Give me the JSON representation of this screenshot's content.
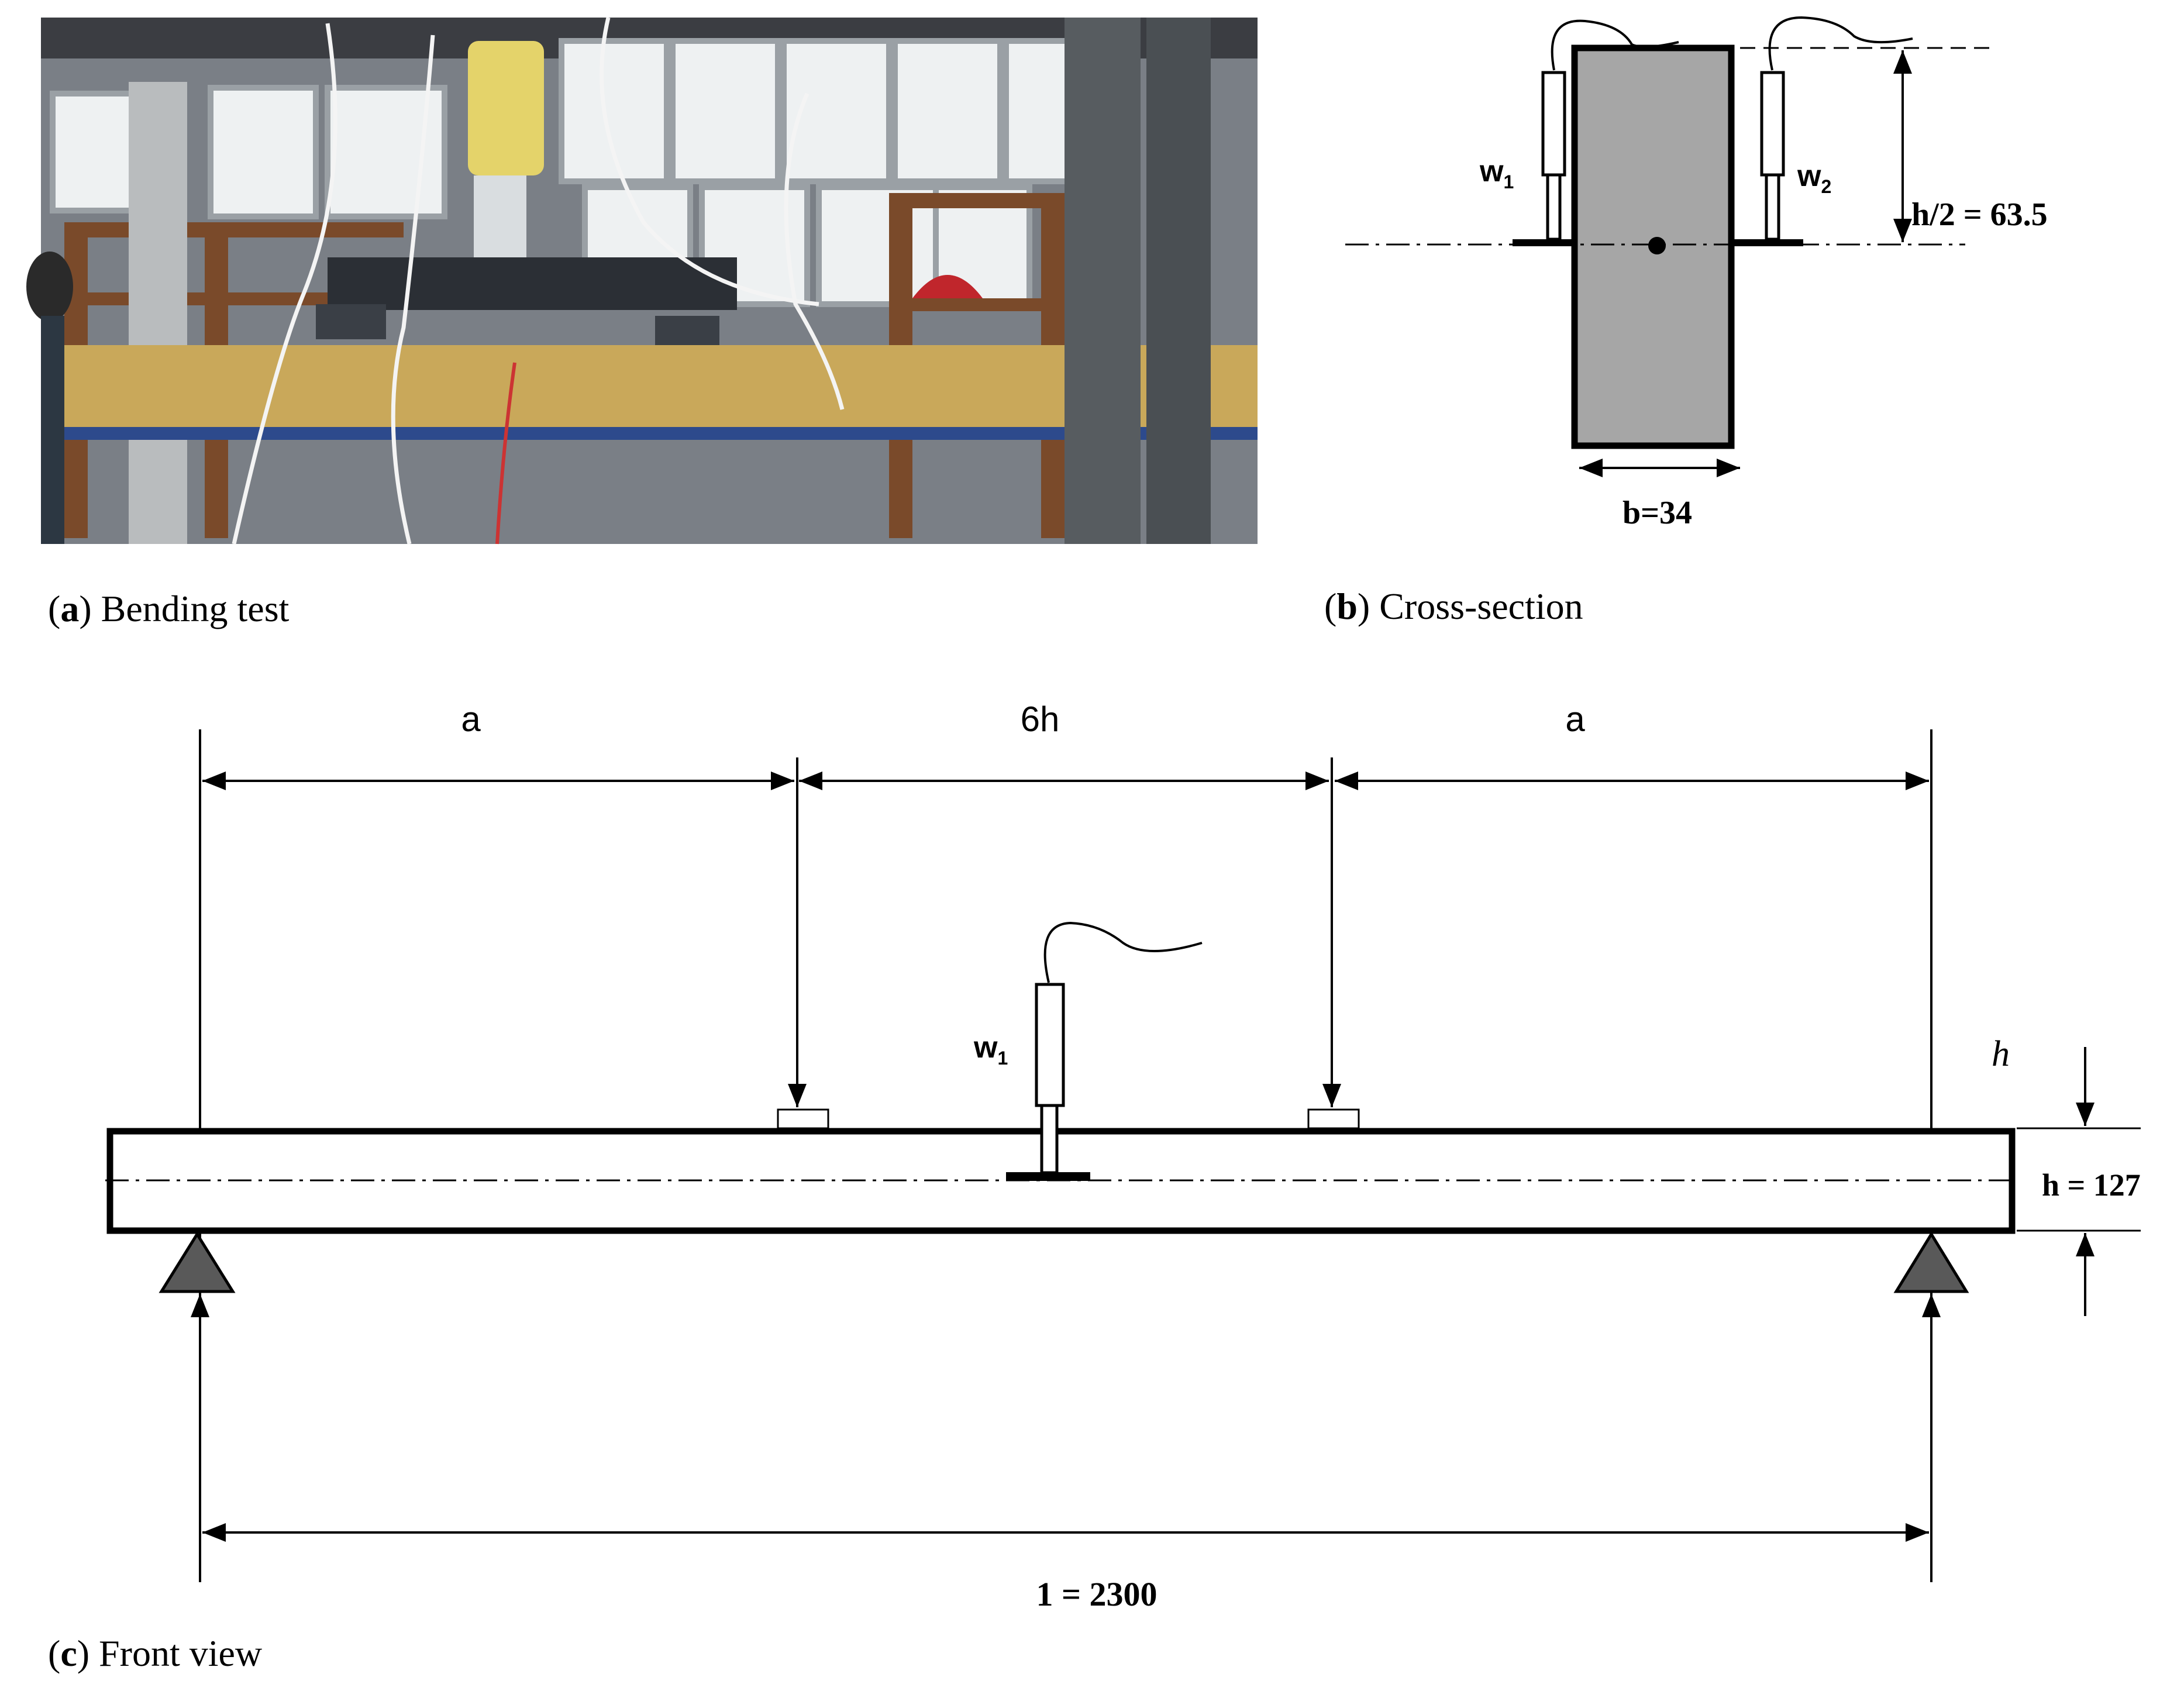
{
  "panels": {
    "a": {
      "letter": "a",
      "title": "Bending test"
    },
    "b": {
      "letter": "b",
      "title": "Cross-section"
    },
    "c": {
      "letter": "c",
      "title": "Front view"
    }
  },
  "cross_section": {
    "b_label": "b=34",
    "half_h_label": "h/2 = 63.5",
    "gauge1": {
      "base": "w",
      "sub": "1"
    },
    "gauge2": {
      "base": "w",
      "sub": "2"
    }
  },
  "front_view": {
    "dim_left": "a",
    "dim_middle": "6h",
    "dim_right": "a",
    "gauge": {
      "base": "w",
      "sub": "1"
    },
    "h_symbol": "h",
    "h_value": "h = 127",
    "span_label": "1 = 2300"
  },
  "colors": {
    "line": "#000000",
    "section_fill": "#a6a6a6",
    "support_fill": "#595959",
    "photo_beam": "#c9a85a",
    "photo_cylinder": "#e4d36a"
  }
}
